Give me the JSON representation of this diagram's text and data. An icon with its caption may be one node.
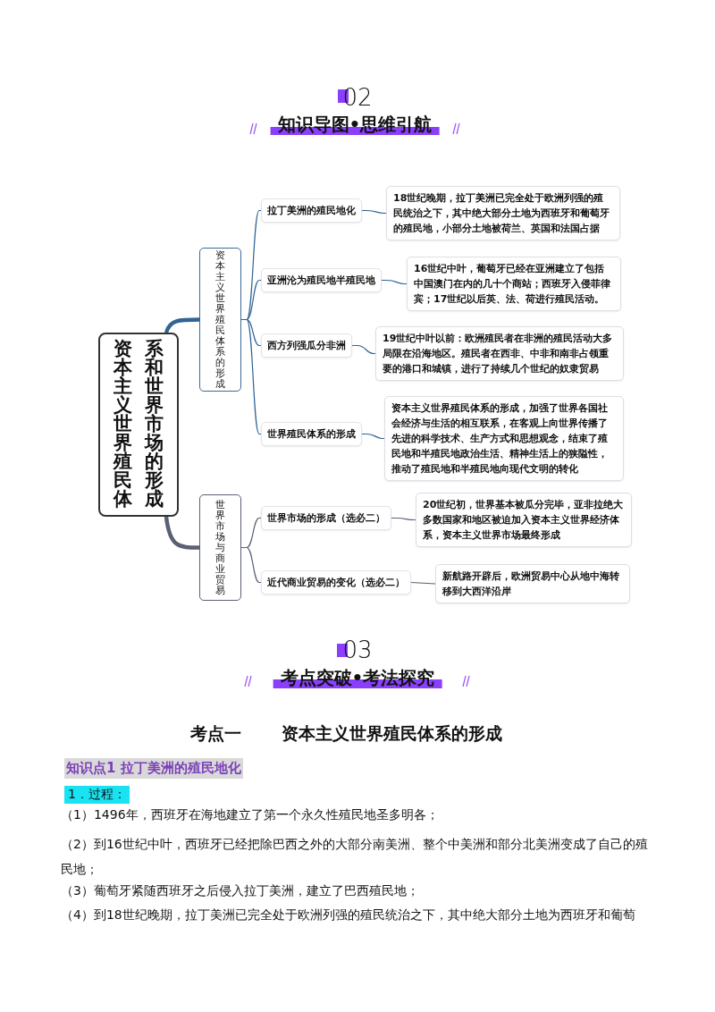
{
  "diagram": {
    "nodes": [
      {
        "text": [
          "资本主义世界殖民体系和世界市场的形成"
        ]
      },
      {
        "text": [
          "资本主义世界殖民体系的形成"
        ]
      },
      {
        "text": [
          "世界市场与商业贸易"
        ]
      },
      {
        "text": [
          "拉丁美洲的殖民地化"
        ]
      },
      {
        "text": [
          "18世纪晚期，拉丁美洲已完全处于欧洲列强的殖民统治之下，其中绝大部分土地为西班牙和葡萄牙的殖民地，小部分土地被荷兰、英国和法国占据"
        ]
      },
      {
        "text": [
          "亚洲沦为殖民地半殖民地"
        ]
      },
      {
        "text": [
          "16世纪中叶，葡萄牙已经在亚洲建立了包括中国澳门在内的几十个商站；西班牙入侵菲律宾；17世纪以后英、法、荷进行殖民活动。"
        ]
      },
      {
        "text": [
          "西方列强瓜分非洲"
        ]
      },
      {
        "text": [
          "19世纪中叶以前：欧洲殖民者在非洲的殖民活动大多局限在沿海地区。殖民者在西非、中非和南非占领重要的港口和城镇，进行了持续几个世纪的奴隶贸易"
        ]
      },
      {
        "text": [
          "世界殖民体系的形成"
        ]
      },
      {
        "text": [
          "资本主义世界殖民体系的形成，加强了世界各国社会经济与生活的相互联系，在客观上向世界传播了先进的科学技术、生产方式和思想观念，结束了殖民地和半殖民地政治生活、精神生活上的狭隘性，推动了殖民地和半殖民地向现代文明的转化"
        ]
      },
      {
        "text": [
          "世界市场的形成（选必二）"
        ]
      },
      {
        "text": [
          "20世纪初，世界基本被瓜分完毕，亚非拉绝大多数国家和地区被迫加入资本主义世界经济体系，资本主义世界市场最终形成"
        ]
      },
      {
        "text": [
          "近代商业贸易的变化（选必二）"
        ]
      },
      {
        "text": [
          "新航路开辟后，欧洲贸易中心从地中海转移到大西洋沿岸"
        ]
      }
    ],
    "edges": [
      {
        "from": 0,
        "to": 1,
        "arrow": "none",
        "style": "thick"
      },
      {
        "from": 0,
        "to": 2,
        "arrow": "none",
        "style": "thick",
        "color": "#5b6075"
      },
      {
        "from": 1,
        "to": 3,
        "arrow": "none"
      },
      {
        "from": 1,
        "to": 5,
        "arrow": "none"
      },
      {
        "from": 1,
        "to": 7,
        "arrow": "none"
      },
      {
        "from": 1,
        "to": 9,
        "arrow": "none"
      },
      {
        "from": 3,
        "to": 4,
        "arrow": "none"
      },
      {
        "from": 5,
        "to": 6,
        "arrow": "none"
      },
      {
        "from": 7,
        "to": 8,
        "arrow": "none"
      },
      {
        "from": 9,
        "to": 10,
        "arrow": "none"
      },
      {
        "from": 2,
        "to": 11,
        "arrow": "none",
        "color": "#5b6075"
      },
      {
        "from": 2,
        "to": 13,
        "arrow": "none",
        "color": "#5b6075"
      },
      {
        "from": 11,
        "to": 12,
        "arrow": "none",
        "color": "#5b6075"
      },
      {
        "from": 13,
        "to": 14,
        "arrow": "none",
        "color": "#5b6075"
      }
    ],
    "labels": [
      "02",
      "知识导图•思维引航",
      "03",
      "考点突破•考法探究",
      "考点一",
      "资本主义世界殖民体系的形成",
      "知识点1 拉丁美洲的殖民地化",
      "1．过程：",
      "（1）1496年，西班牙在海地建立了第一个永久性殖民地圣多明各；",
      "（2）到16世纪中叶，西班牙已经把除巴西之外的大部分南美洲、整个中美洲和部分北美洲变成了自己的殖民地；",
      "（3）葡萄牙紧随西班牙之后侵入拉丁美洲，建立了巴西殖民地；",
      "（4）到18世纪晚期，拉丁美洲已完全处于欧洲列强的殖民统治之下，其中绝大部分土地为西班牙和葡萄"
    ]
  }
}
